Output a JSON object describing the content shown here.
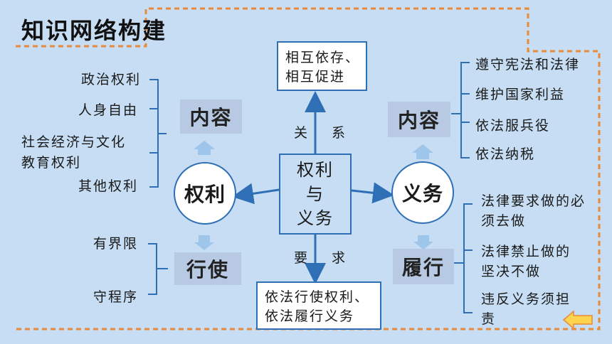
{
  "title": "知识网络构建",
  "center": {
    "line1": "权利",
    "line2": "与",
    "line3": "义务"
  },
  "relation": {
    "label": "关 系",
    "text1": "相互依存、",
    "text2": "相互促进"
  },
  "requirement": {
    "label": "要 求",
    "text1": "依法行使权利、",
    "text2": "依法履行义务"
  },
  "rights": {
    "node": "权利",
    "content_label": "内容",
    "contents": [
      "政治权利",
      "人身自由",
      "社会经济与文化",
      "教育权利",
      "其他权利"
    ],
    "exercise_label": "行使",
    "exercise": [
      "有界限",
      "守程序"
    ]
  },
  "duties": {
    "node": "义务",
    "content_label": "内容",
    "contents": [
      "遵守宪法和法律",
      "维护国家利益",
      "依法服兵役",
      "依法纳税"
    ],
    "perform_label": "履行",
    "perform": [
      "法律要求做的必",
      "须去做",
      "法律禁止做的",
      "坚决不做",
      "违反义务须担",
      "责"
    ]
  },
  "colors": {
    "background": "#c6ddf3",
    "line": "#2e6fb5",
    "frame": "#e98a3a",
    "box": "#b7c9e3",
    "arrow_fill": "#ffd34d"
  }
}
